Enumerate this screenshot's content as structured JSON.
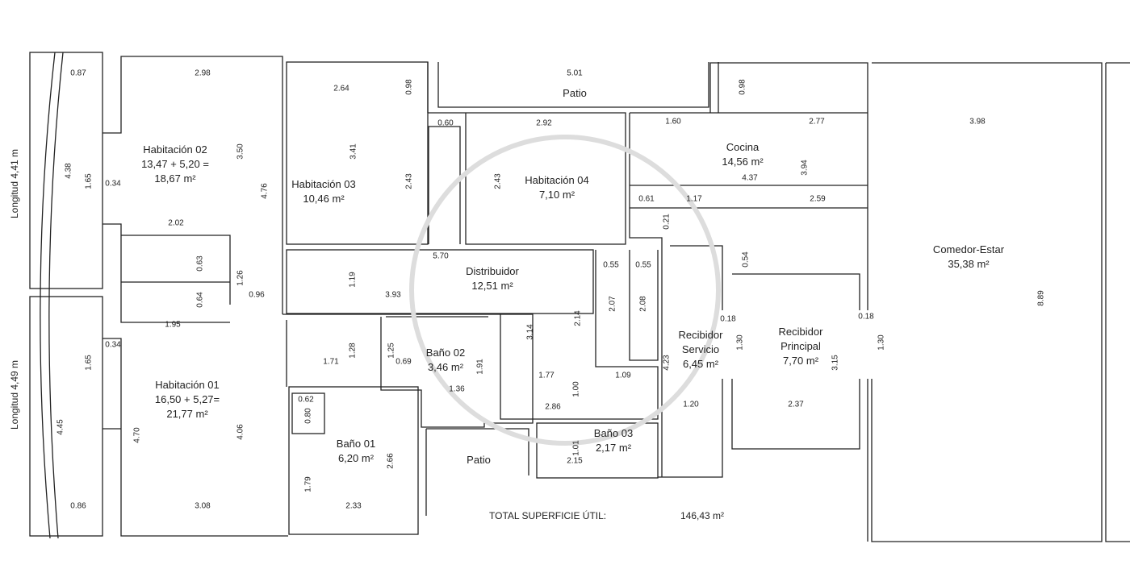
{
  "rooms": [
    {
      "name": "Habitación 02",
      "area": "13,47 + 5,20 =",
      "area2": "18,67 m²"
    },
    {
      "name": "Habitación 03",
      "area": "10,46 m²"
    },
    {
      "name": "Habitación 04",
      "area": "7,10 m²"
    },
    {
      "name": "Cocina",
      "area": "14,56 m²"
    },
    {
      "name": "Comedor-Estar",
      "area": "35,38 m²"
    },
    {
      "name": "Distribuidor",
      "area": "12,51 m²"
    },
    {
      "name": "Habitación 01",
      "area": "16,50 + 5,27=",
      "area2": "21,77 m²"
    },
    {
      "name": "Baño 02",
      "area": "3,46 m²"
    },
    {
      "name": "Baño 01",
      "area": "6,20 m²"
    },
    {
      "name": "Baño 03",
      "area": "2,17 m²"
    },
    {
      "name": "Recibidor",
      "area": "Servicio",
      "area2": "6,45 m²"
    },
    {
      "name": "Recibidor",
      "area": "Principal",
      "area2": "7,70 m²"
    }
  ],
  "patios": [
    "Patio",
    "Patio"
  ],
  "side_labels": [
    "Longitud 4,41 m",
    "Longitud 4,49 m"
  ],
  "total": {
    "label": "TOTAL SUPERFICIE ÚTIL:",
    "value": "146,43 m²"
  },
  "dimensions": [
    "0.87",
    "2.98",
    "2.64",
    "0.98",
    "5.01",
    "0.98",
    "0.60",
    "2.92",
    "1.60",
    "2.77",
    "3.98",
    "4.38",
    "1.65",
    "0.34",
    "3.50",
    "3.41",
    "2.43",
    "4.76",
    "2.43",
    "3.94",
    "4.37",
    "0.61",
    "1.17",
    "2.59",
    "0.21",
    "2.02",
    "5.70",
    "0.63",
    "0.55",
    "0.55",
    "0.54",
    "1.26",
    "1.19",
    "0.64",
    "0.96",
    "3.93",
    "2.07",
    "2.08",
    "2.14",
    "3.14",
    "0.18",
    "0.18",
    "1.30",
    "1.30",
    "1.95",
    "0.34",
    "1.28",
    "1.25",
    "1.71",
    "0.69",
    "1.91",
    "4.23",
    "3.15",
    "1.77",
    "1.09",
    "1.65",
    "1.36",
    "0.62",
    "0.80",
    "1.00",
    "2.86",
    "1.20",
    "2.37",
    "4.45",
    "4.70",
    "4.06",
    "2.66",
    "1.01",
    "2.15",
    "1.79",
    "8.89",
    "0.86",
    "3.08",
    "2.33"
  ]
}
